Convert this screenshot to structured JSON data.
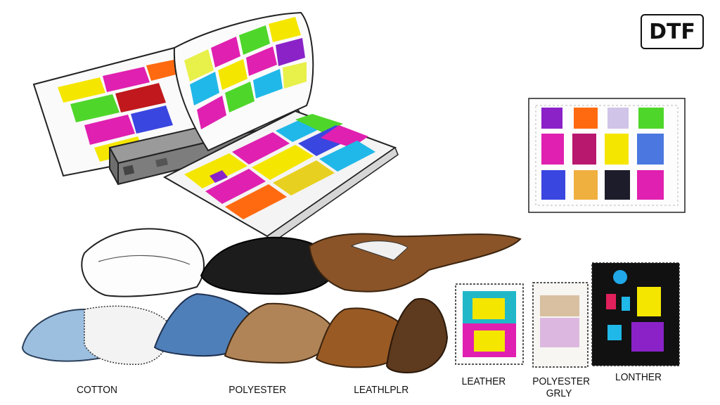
{
  "badge": {
    "text": "DTF"
  },
  "fabric_labels": {
    "cotton": "COTTON",
    "polyester": "POLYESTER",
    "leather_1": "LEATHLPLR",
    "leather_2": "LEATHER",
    "polyester_gray": "POLYESTER\nGRLY",
    "leather_3": "LONTHER"
  },
  "colors": {
    "magenta": "#e020b0",
    "yellow": "#f5e600",
    "green": "#4fd62a",
    "cyan": "#20b8e8",
    "blue": "#3a46e0",
    "orange": "#ff6a10",
    "purple": "#8a22c8",
    "brown": "#8a5428",
    "denim": "#4f7fb8",
    "light_denim": "#9cbfe0",
    "black": "#1c1c1c",
    "printer_gray": "#8f8f8f"
  },
  "icons": [
    "dtf-printer-illustration",
    "transfer-sheet-icon",
    "folded-fabric-icon",
    "stamp-swatch-icon"
  ]
}
